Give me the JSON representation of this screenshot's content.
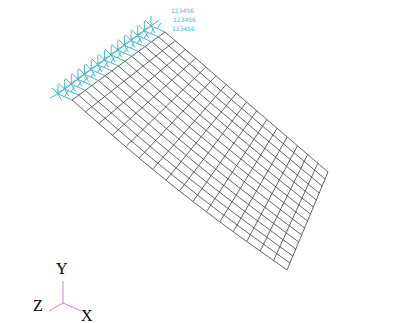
{
  "diagram": {
    "labels": [
      "123456",
      "123456",
      "123456",
      "Y",
      "Z",
      "X"
    ]
  }
}
